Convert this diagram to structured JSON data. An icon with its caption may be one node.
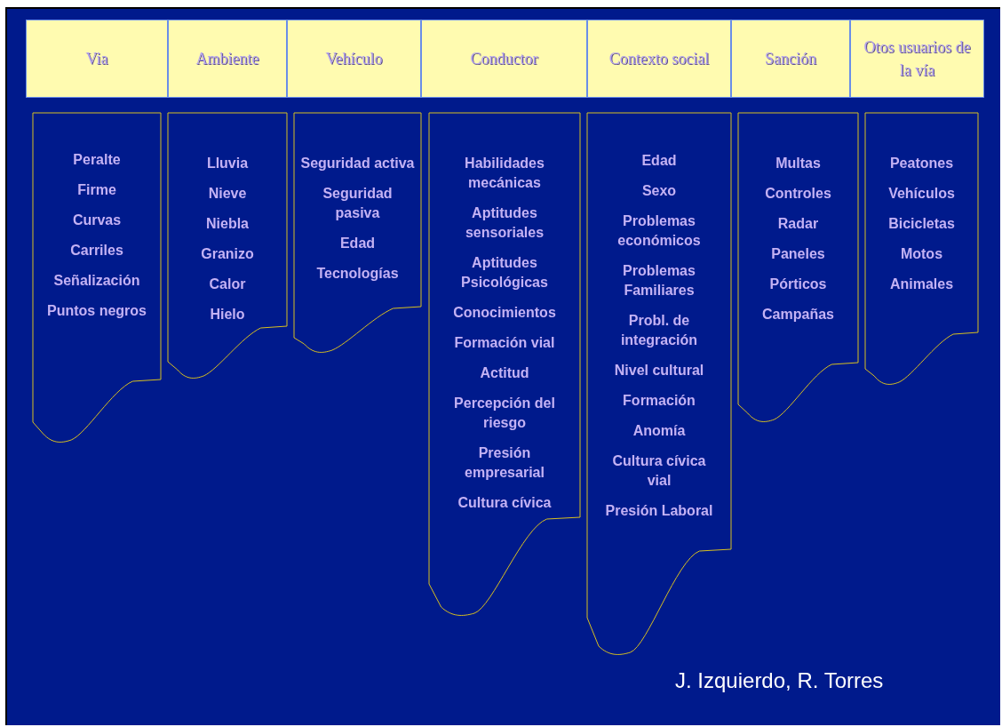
{
  "diagram": {
    "nodes": [
      {
        "text": [
          "Via"
        ]
      },
      {
        "text": [
          "Ambiente"
        ]
      },
      {
        "text": [
          "Vehículo"
        ]
      },
      {
        "text": [
          "Conductor"
        ]
      },
      {
        "text": [
          "Contexto social"
        ]
      },
      {
        "text": [
          "Sanción"
        ]
      },
      {
        "text": [
          "Otos usuarios de la vía"
        ]
      },
      {
        "text": [
          "Peralte",
          "Firme",
          "Curvas",
          "Carriles",
          "Señalización",
          "Puntos negros"
        ]
      },
      {
        "text": [
          "Lluvia",
          "Nieve",
          "Niebla",
          "Granizo",
          "Calor",
          "Hielo"
        ]
      },
      {
        "text": [
          "Seguridad activa",
          "Seguridad pasiva",
          "Edad",
          "Tecnologías"
        ]
      },
      {
        "text": [
          "Habilidades mecánicas",
          "Aptitudes sensoriales",
          "Aptitudes Psicológicas",
          "Conocimientos",
          "Formación vial",
          "Actitud",
          "Percepción del riesgo",
          "Presión empresarial",
          "Cultura cívica"
        ]
      },
      {
        "text": [
          "Edad",
          "Sexo",
          "Problemas económicos",
          "Problemas Familiares",
          "Probl. de integración",
          "Nivel cultural",
          "Formación",
          "Anomía",
          "Cultura cívica vial",
          "Presión Laboral"
        ]
      },
      {
        "text": [
          "Multas",
          "Controles",
          "Radar",
          "Paneles",
          "Pórticos",
          "Campañas"
        ]
      },
      {
        "text": [
          "Peatones",
          "Vehículos",
          "Bicicletas",
          "Motos",
          "Animales"
        ]
      }
    ],
    "edges": [],
    "labels": [
      "J. Izquierdo, R. Torres"
    ]
  }
}
